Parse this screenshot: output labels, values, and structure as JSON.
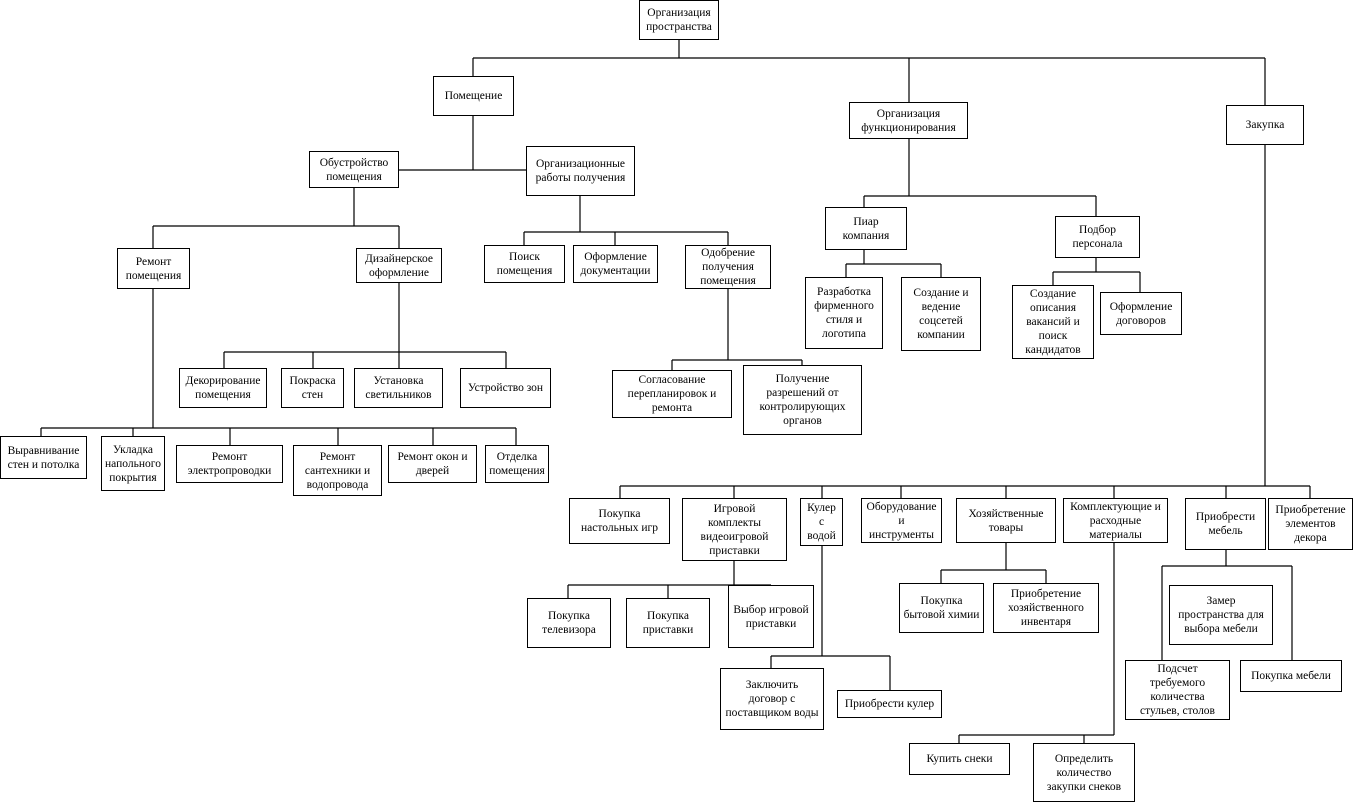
{
  "diagram": {
    "nodes": {
      "root": "Организация\nпространства",
      "pomeshchenie": "Помещение",
      "org_func": "Организация\nфункционирования",
      "zakupka": "Закупка",
      "obustroystvo": "Обустройство\nпомещения",
      "org_raboty": "Организационные\nработы получения",
      "remont": "Ремонт\nпомещения",
      "dizayn": "Дизайнерское\nоформление",
      "poisk": "Поиск\nпомещения",
      "oformlenie_dok": "Оформление\nдокументации",
      "odobrenie": "Одобрение\nполучения\nпомещения",
      "piar": "Пиар\nкомпания",
      "podbor": "Подбор\nперсонала",
      "firm_style": "Разработка\nфирменного\nстиля и\nлоготипа",
      "socseti": "Создание и\nведение\nсоцсетей\nкомпании",
      "vakansii": "Создание\nописания\nвакансий и\nпоиск\nкандидатов",
      "dogovory": "Оформление\nдоговоров",
      "dekor_pom": "Декорирование\nпомещения",
      "pokraska": "Покраска\nстен",
      "svetilniki": "Установка\nсветильников",
      "zony": "Устройство зон",
      "soglasovanie": "Согласование\nперепланировок и\nремонта",
      "razresheniya": "Получение\nразрешений от\nконтролирующих\nорганов",
      "vyravnivanie": "Выравнивание\nстен и потолка",
      "ukladka": "Укладка\nнапольного\nпокрытия",
      "elektro": "Ремонт\nэлектропроводки",
      "santeh": "Ремонт\nсантехники и\nводопровода",
      "okna": "Ремонт окон и\nдверей",
      "otdelka": "Отделка\nпомещения",
      "nastolnye": "Покупка\nнастольных игр",
      "igrovoy": "Игровой\nкомплекты\nвидеоигровой\nприставки",
      "kuler": "Кулер\nс\nводой",
      "oborudovanie": "Оборудование\nи\nинструменты",
      "hoz_tovary": "Хозяйственные\nтовары",
      "komplekt": "Комплектующие и\nрасходные\nматериалы",
      "mebel": "Приобрести\nмебель",
      "dekor_el": "Приобретение\nэлементов\nдекора",
      "televizor": "Покупка\nтелевизора",
      "pristavka": "Покупка\nприставки",
      "vybor_prist": "Выбор игровой\nприставки",
      "bytovaya": "Покупка\nбытовой химии",
      "inventar": "Приобретение\nхозяйственного\nинвентаря",
      "zamer": "Замер\nпространства для\nвыбора мебели",
      "podschet": "Подсчет\nтребуемого\nколичества\nстульев, столов",
      "pokupka_mebeli": "Покупка мебели",
      "dogovor_voda": "Заключить\nдоговор с\nпоставщиком воды",
      "priobr_kuler": "Приобрести кулер",
      "sneki": "Купить снеки",
      "kol_snekov": "Определить\nколичество\nзакупки снеков"
    }
  }
}
